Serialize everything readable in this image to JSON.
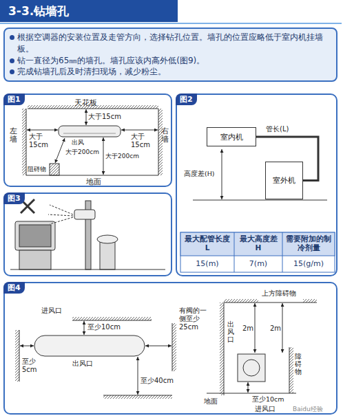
{
  "diagram": {
    "title": "3-3.钻墙孔",
    "nodes": [
      {
        "text": [
          "根据空调器的安装位置及走管方向，选择钻孔位置。墙孔的位置应略低于室内机挂墙板。",
          "钻一直径为65㎜的墙孔。墙孔应该内高外低(图9)。",
          "完成钻墙孔后及时清扫现场，减少粉尘。"
        ]
      },
      {
        "text": [
          "图1"
        ]
      },
      {
        "text": [
          "图2"
        ]
      },
      {
        "text": [
          "室内机"
        ],
        "in": 2
      },
      {
        "text": [
          "室外机"
        ],
        "in": 2
      },
      {
        "text": [
          "图3"
        ]
      },
      {
        "text": [
          "图4"
        ]
      }
    ],
    "edges": [
      {
        "from": 3,
        "to": 4,
        "label": "管长(L)",
        "arrow": "none"
      }
    ],
    "labels": [
      "天花板",
      "左墙",
      "右墙",
      "大于15cm",
      "大于15cm",
      "大于15cm",
      "出风",
      "大于200cm",
      "大于200cm",
      "阻碍物",
      "地面",
      "高度差(H)",
      "最大配管长度 L",
      "最大高度差 H",
      "需要附加的制冷剂量",
      "15(m)",
      "7(m)",
      "15(g/m)",
      "进风口",
      "至少10cm",
      "有阀的一侧至少25cm",
      "至少5cm",
      "出风口",
      "至少40cm",
      "上方障碍物",
      "2m",
      "2m",
      "出风口",
      "障碍物",
      "地面",
      "至少10cm",
      "进风口",
      "Baidu经验"
    ]
  }
}
